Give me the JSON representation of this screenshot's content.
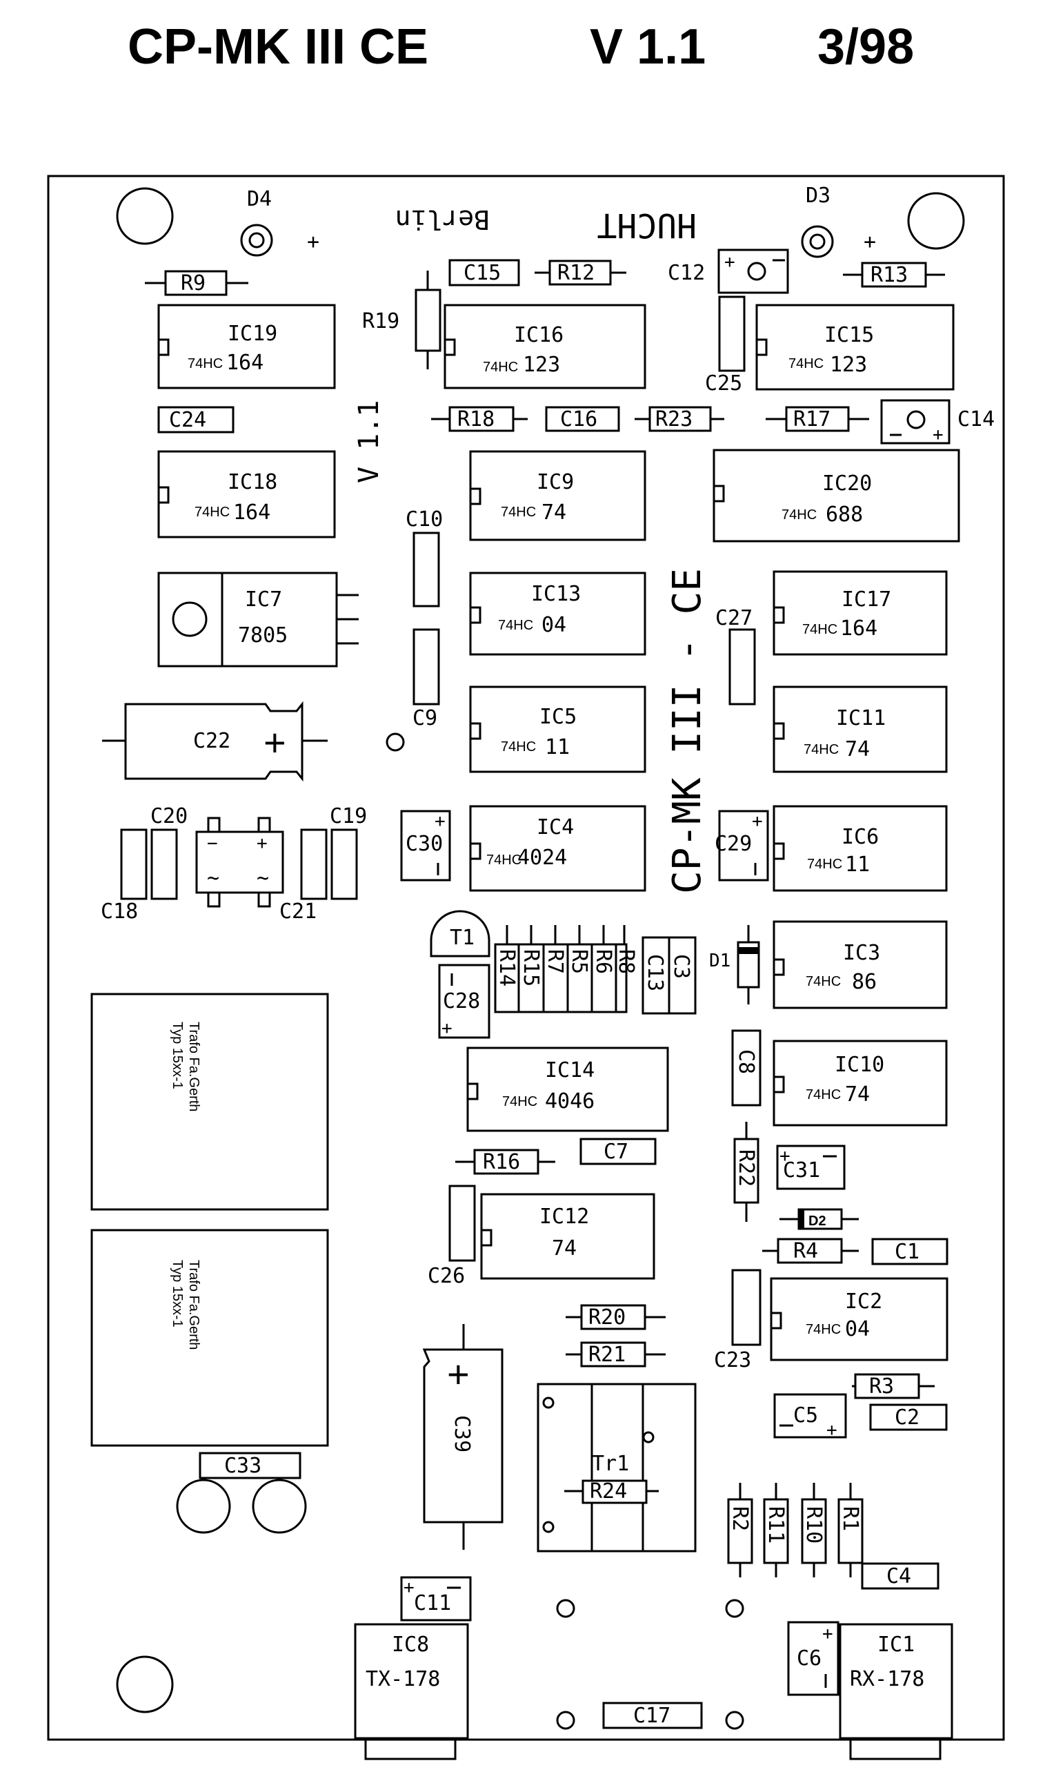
{
  "header": {
    "model": "CP-MK III CE",
    "version": "V 1.1",
    "date": "3/98"
  },
  "board": {
    "maker": "HUCHT",
    "city": "Berlin",
    "version_vertical": "V 1.1",
    "model_vertical": "CP-MK III - CE"
  },
  "leds": {
    "d4": "D4",
    "d3": "D3",
    "plus": "+"
  },
  "ics": {
    "ic19": {
      "name": "IC19",
      "prefix": "74HC",
      "num": "164"
    },
    "ic16": {
      "name": "IC16",
      "prefix": "74HC",
      "num": "123"
    },
    "ic15": {
      "name": "IC15",
      "prefix": "74HC",
      "num": "123"
    },
    "ic18": {
      "name": "IC18",
      "prefix": "74HC",
      "num": "164"
    },
    "ic9": {
      "name": "IC9",
      "prefix": "74HC",
      "num": "74"
    },
    "ic20": {
      "name": "IC20",
      "prefix": "74HC",
      "num": "688"
    },
    "ic7": {
      "name": "IC7",
      "num": "7805"
    },
    "ic13": {
      "name": "IC13",
      "prefix": "74HC",
      "num": "04"
    },
    "ic17": {
      "name": "IC17",
      "prefix": "74HC",
      "num": "164"
    },
    "ic5": {
      "name": "IC5",
      "prefix": "74HC",
      "num": "11"
    },
    "ic11": {
      "name": "IC11",
      "prefix": "74HC",
      "num": "74"
    },
    "ic4": {
      "name": "IC4",
      "prefix": "74HC",
      "num": "4024"
    },
    "ic6": {
      "name": "IC6",
      "prefix": "74HC",
      "num": "11"
    },
    "ic3": {
      "name": "IC3",
      "prefix": "74HC",
      "num": "86"
    },
    "ic14": {
      "name": "IC14",
      "prefix": "74HC",
      "num": "4046"
    },
    "ic10": {
      "name": "IC10",
      "prefix": "74HC",
      "num": "74"
    },
    "ic12": {
      "name": "IC12",
      "num": "74"
    },
    "ic2": {
      "name": "IC2",
      "prefix": "74HC",
      "num": "04"
    },
    "ic8": {
      "name": "IC8",
      "num": "TX-178"
    },
    "ic1": {
      "name": "IC1",
      "num": "RX-178"
    }
  },
  "resistors": {
    "r9": "R9",
    "r12": "R12",
    "r13": "R13",
    "r19": "R19",
    "r18": "R18",
    "r23": "R23",
    "r17": "R17",
    "r14": "R14",
    "r15": "R15",
    "r7": "R7",
    "r5": "R5",
    "r6": "R6",
    "r8": "R8",
    "r16": "R16",
    "r22": "R22",
    "r4": "R4",
    "r20": "R20",
    "r21": "R21",
    "r3": "R3",
    "r24": "R24",
    "r2": "R2",
    "r11": "R11",
    "r10": "R10",
    "r1": "R1"
  },
  "capacitors": {
    "c15": "C15",
    "c12": "C12",
    "c25": "C25",
    "c24": "C24",
    "c16": "C16",
    "c14": "C14",
    "c10": "C10",
    "c27": "C27",
    "c9": "C9",
    "c22": "C22",
    "c20": "C20",
    "c19": "C19",
    "c18": "C18",
    "c21": "C21",
    "c30": "C30",
    "c29": "C29",
    "c13": "C13",
    "c3": "C3",
    "c28": "C28",
    "c8": "C8",
    "c7": "C7",
    "c31": "C31",
    "c26": "C26",
    "c1": "C1",
    "c23": "C23",
    "c39": "C39",
    "c5": "C5",
    "c2": "C2",
    "c33": "C33",
    "c4": "C4",
    "c11": "C11",
    "c6": "C6",
    "c17": "C17"
  },
  "misc": {
    "t1": "T1",
    "d1": "D1",
    "d2": "D2",
    "tr1": "Tr1",
    "trafo_line1": "Trafo Fa.Gerth",
    "trafo_line2": "Typ 15xx-1",
    "minus": "−",
    "tilde": "~"
  }
}
